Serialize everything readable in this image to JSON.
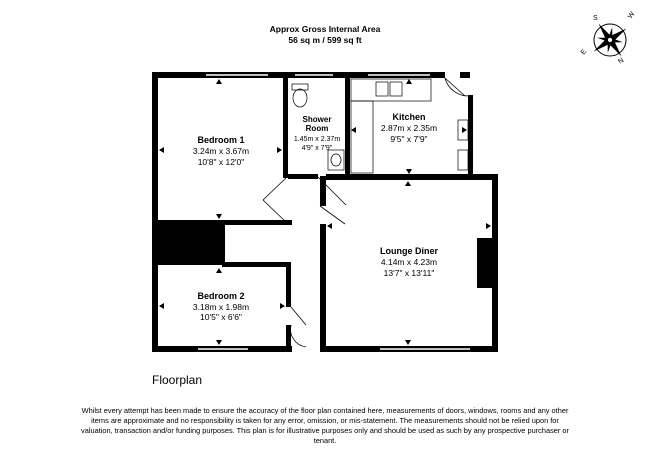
{
  "header": {
    "title": "Approx Gross Internal Area",
    "area": "56 sq m / 599 sq ft"
  },
  "rooms": {
    "bedroom1": {
      "name": "Bedroom 1",
      "metric": "3.24m x 3.67m",
      "imperial": "10'8\" x 12'0\""
    },
    "shower": {
      "name_line1": "Shower",
      "name_line2": "Room",
      "metric": "1.45m x 2.37m",
      "imperial": "4'9\" x 7'9\""
    },
    "kitchen": {
      "name": "Kitchen",
      "metric": "2.87m x 2.35m",
      "imperial": "9'5\" x 7'9\""
    },
    "lounge": {
      "name": "Lounge Diner",
      "metric": "4.14m x 4.23m",
      "imperial": "13'7\" x 13'11\""
    },
    "bedroom2": {
      "name": "Bedroom 2",
      "metric": "3.18m x 1.98m",
      "imperial": "10'5\" x 6'6\""
    }
  },
  "compass": {
    "n": "N",
    "s": "S",
    "e": "E",
    "w": "W"
  },
  "floorplan_label": "Floorplan",
  "disclaimer": "Whilst every attempt has been made to ensure the accuracy of the floor plan contained here, measurements of doors, windows, rooms and any other items are approximate and no responsibility is taken for any error, omission, or mis-statement. The measurements should not be relied upon for valuation, transaction and/or funding purposes. This plan is for illustrative purposes only and should be used as such by any prospective purchaser or tenant."
}
